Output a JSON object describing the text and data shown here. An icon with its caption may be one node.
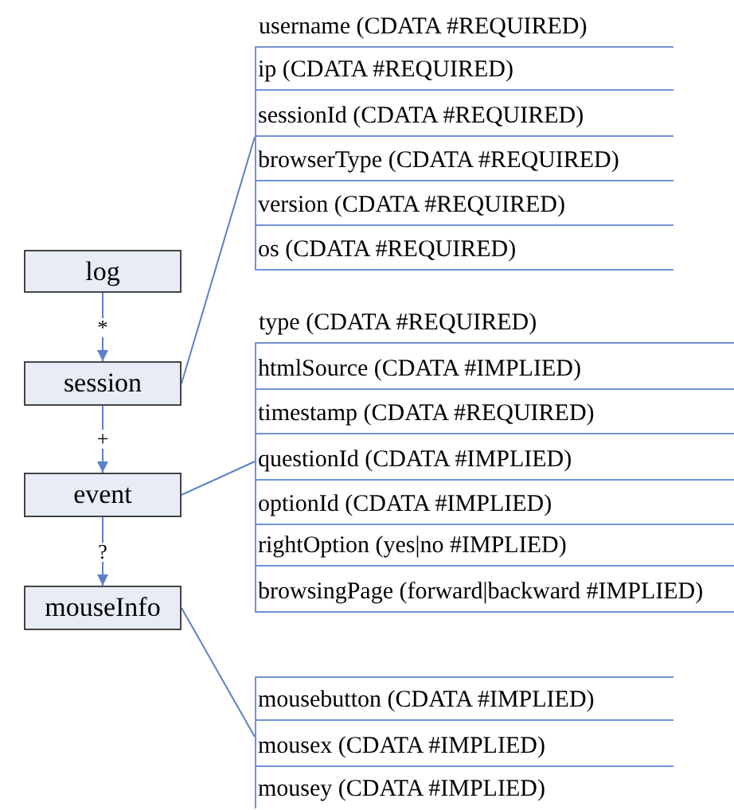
{
  "diagram": {
    "nodes": [
      {
        "text": [
          "log"
        ]
      },
      {
        "text": [
          "session"
        ]
      },
      {
        "text": [
          "event"
        ]
      },
      {
        "text": [
          "mouseInfo"
        ]
      },
      {
        "text": [
          "username (CDATA #REQUIRED)",
          "ip (CDATA #REQUIRED)",
          "sessionId (CDATA #REQUIRED)",
          "browserType (CDATA #REQUIRED)",
          "version (CDATA #REQUIRED)",
          "os (CDATA #REQUIRED)"
        ]
      },
      {
        "text": [
          "type (CDATA #REQUIRED)",
          "htmlSource (CDATA #IMPLIED)",
          "timestamp (CDATA #REQUIRED)",
          "questionId (CDATA #IMPLIED)",
          "optionId (CDATA #IMPLIED)",
          "rightOption (yes|no #IMPLIED)",
          "browsingPage (forward|backward #IMPLIED)"
        ]
      },
      {
        "text": [
          "mousebutton (CDATA #IMPLIED)",
          "mousex (CDATA #IMPLIED)",
          "mousey (CDATA #IMPLIED)"
        ]
      }
    ],
    "edges": [
      {
        "from": 0,
        "to": 1,
        "arrow": "to",
        "label": "*"
      },
      {
        "from": 1,
        "to": 2,
        "arrow": "to",
        "label": "+"
      },
      {
        "from": 2,
        "to": 3,
        "arrow": "to",
        "label": "?"
      },
      {
        "from": 1,
        "to": 4,
        "arrow": "none"
      },
      {
        "from": 2,
        "to": 5,
        "arrow": "none"
      },
      {
        "from": 3,
        "to": 6,
        "arrow": "none"
      }
    ]
  }
}
